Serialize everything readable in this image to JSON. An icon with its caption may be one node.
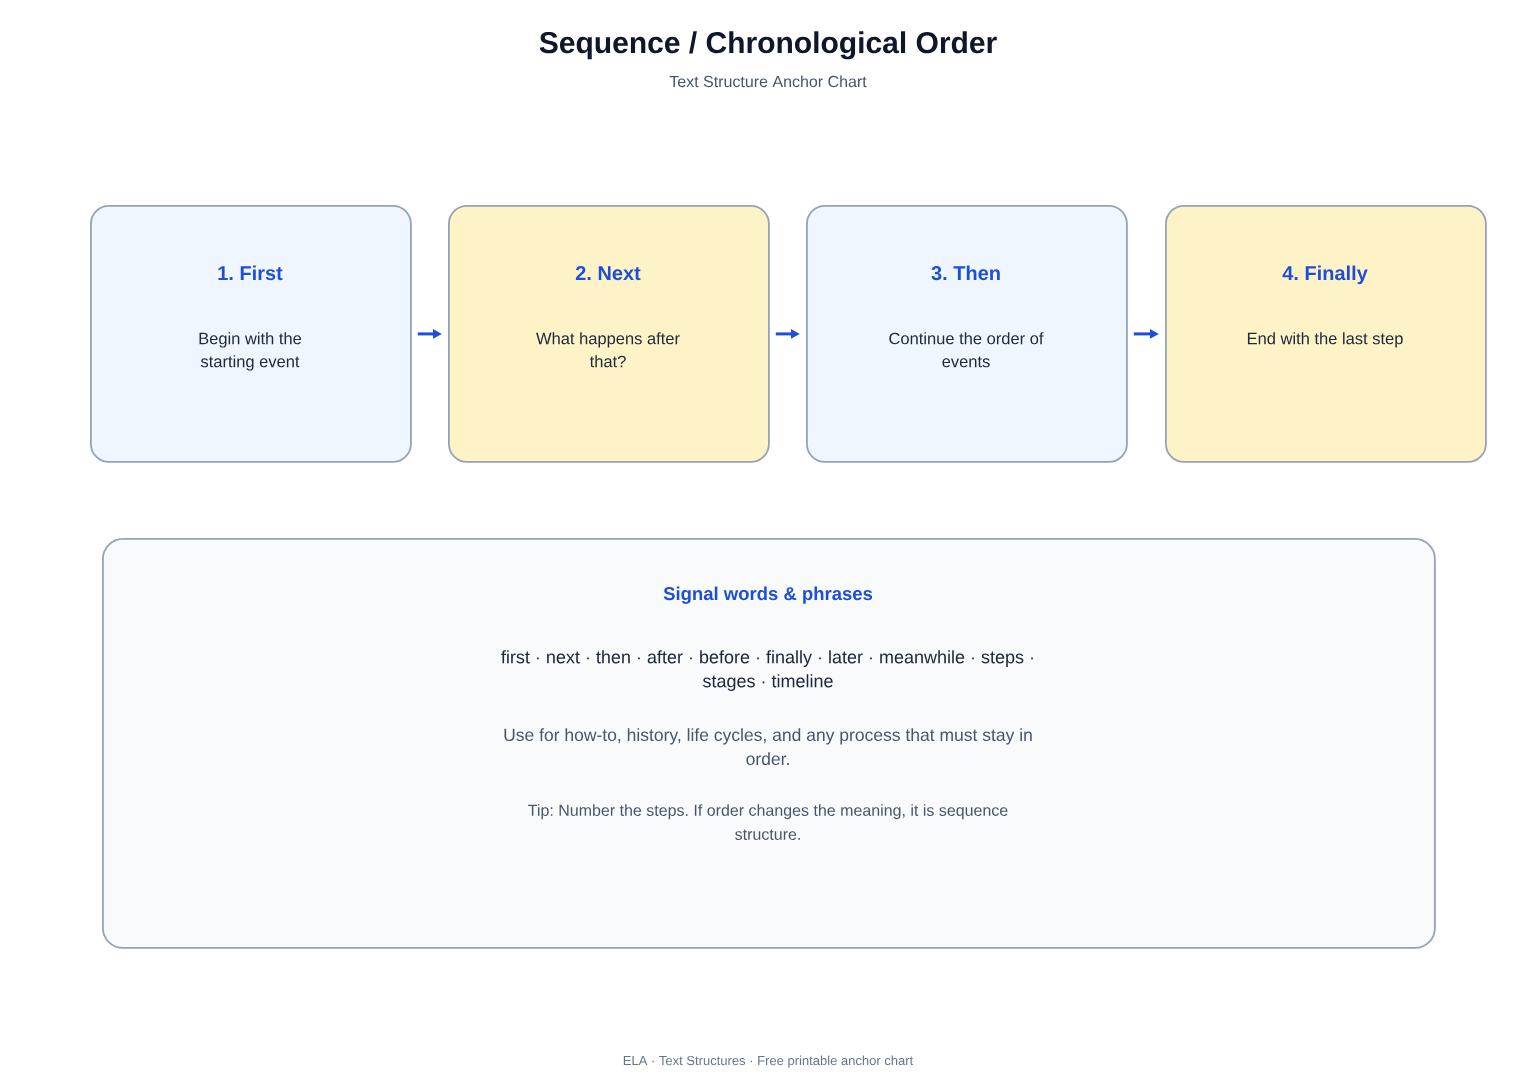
{
  "diagram": {
    "title": "Sequence / Chronological Order",
    "nodes": [
      {
        "text": [
          "1. First",
          "Begin with the starting event"
        ]
      },
      {
        "text": [
          "2. Next",
          "What happens after that?"
        ]
      },
      {
        "text": [
          "3. Then",
          "Continue the order of events"
        ]
      },
      {
        "text": [
          "4. Finally",
          "End with the last step"
        ]
      },
      {
        "text": [
          "Signal words & phrases",
          "first · next · then · after · before · finally · later · meanwhile · steps · stages · timeline",
          "Use for how-to, history, life cycles, and any process that must stay in order.",
          "Tip: Number the steps. If order changes the meaning, it is sequence structure."
        ]
      }
    ],
    "edges": [
      {
        "from": 0,
        "to": 1,
        "arrow": "to"
      },
      {
        "from": 1,
        "to": 2,
        "arrow": "to"
      },
      {
        "from": 2,
        "to": 3,
        "arrow": "to"
      }
    ],
    "labels": [
      "Text Structure Anchor Chart",
      "ELA · Text Structures · Free printable anchor chart"
    ]
  }
}
